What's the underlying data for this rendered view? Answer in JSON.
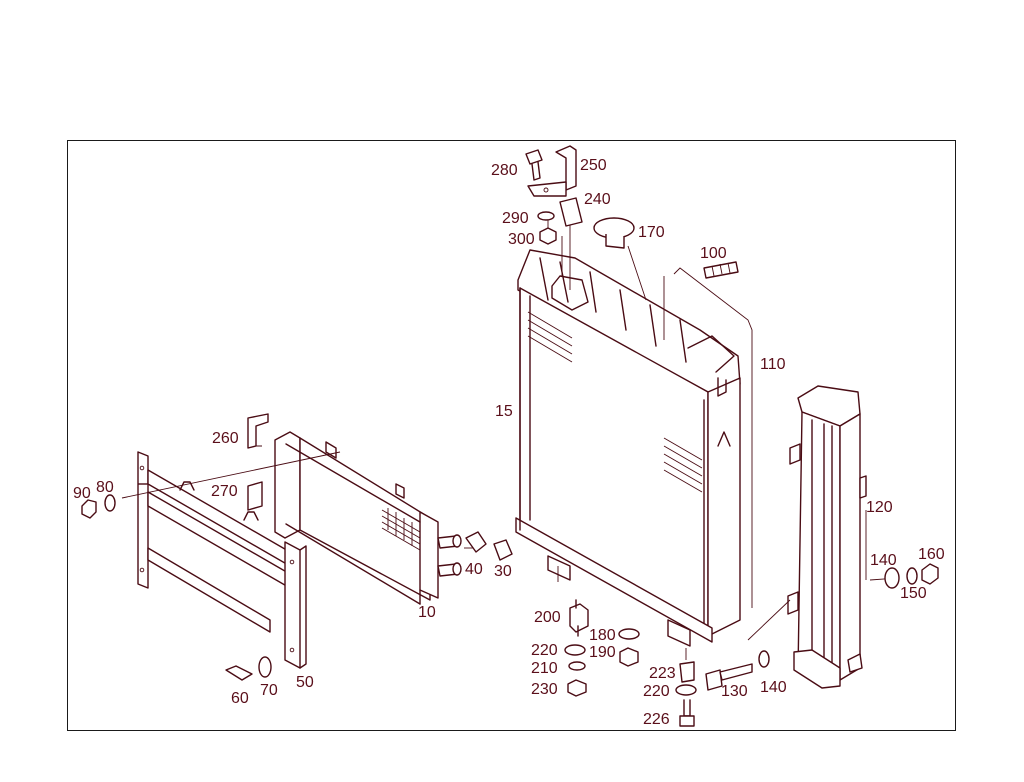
{
  "diagram": {
    "colors": {
      "line": "#4a0c14",
      "label": "#5a0f1a",
      "frame": "#1a1a1a",
      "background": "#ffffff"
    },
    "callouts": {
      "c10": "10",
      "c15": "15",
      "c30": "30",
      "c40": "40",
      "c50": "50",
      "c60": "60",
      "c70": "70",
      "c80": "80",
      "c90": "90",
      "c100": "100",
      "c110": "110",
      "c120": "120",
      "c130": "130",
      "c140a": "140",
      "c140b": "140",
      "c150": "150",
      "c160": "160",
      "c170": "170",
      "c180": "180",
      "c190": "190",
      "c200": "200",
      "c210": "210",
      "c220a": "220",
      "c220b": "220",
      "c223": "223",
      "c226": "226",
      "c230": "230",
      "c240": "240",
      "c250": "250",
      "c260": "260",
      "c270": "270",
      "c280": "280",
      "c290": "290",
      "c300": "300"
    }
  }
}
